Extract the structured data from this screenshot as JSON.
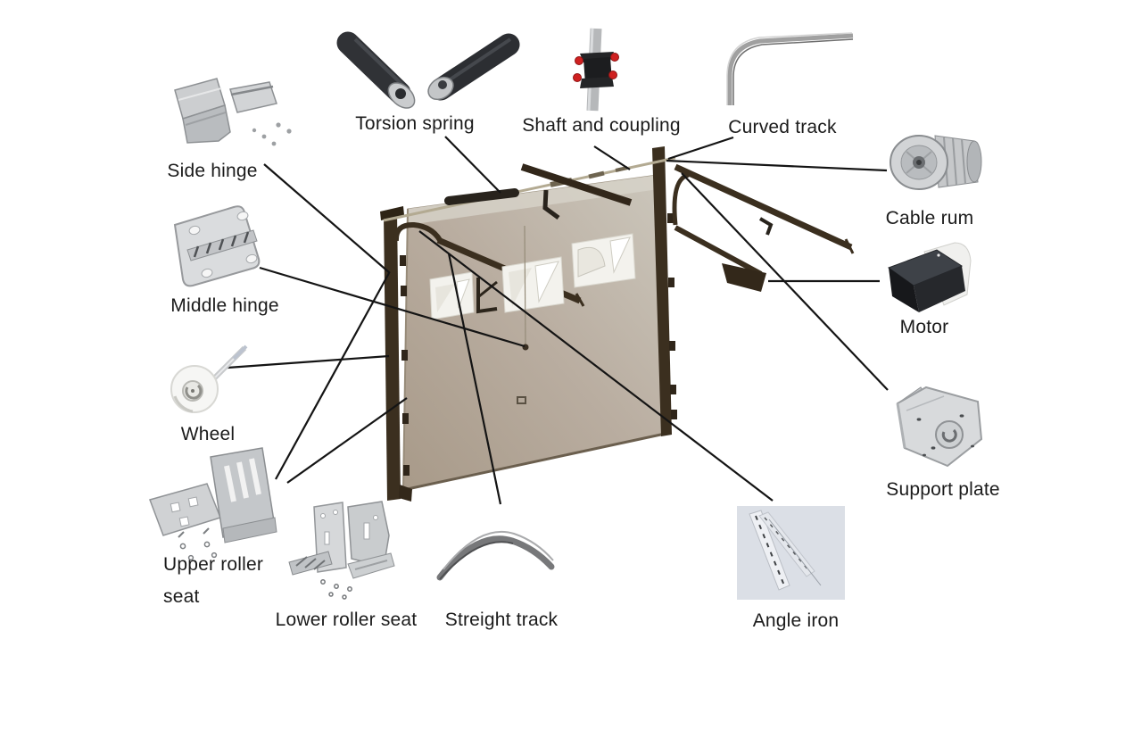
{
  "diagram": {
    "type": "labeled parts diagram",
    "subject": "sectional garage door assembly",
    "colors": {
      "background": "#ffffff",
      "leader_line": "#141414",
      "label_text": "#1b1b1b",
      "door_panel": "#b7ab9b",
      "door_panel_light": "#d7d3c9",
      "track": "#3b2f1f",
      "angle_iron_bg": "#dbdfe6",
      "coupling_knob": "#cf2020"
    }
  },
  "parts": [
    {
      "id": "side-hinge",
      "label": "Side hinge"
    },
    {
      "id": "torsion-spring",
      "label": "Torsion spring"
    },
    {
      "id": "shaft-and-coupling",
      "label": "Shaft and coupling"
    },
    {
      "id": "curved-track",
      "label": "Curved track"
    },
    {
      "id": "cable-rum",
      "label": "Cable rum"
    },
    {
      "id": "motor",
      "label": "Motor"
    },
    {
      "id": "middle-hinge",
      "label": "Middle hinge"
    },
    {
      "id": "wheel",
      "label": "Wheel"
    },
    {
      "id": "support-plate",
      "label": "Support plate"
    },
    {
      "id": "upper-roller-seat",
      "label": "Upper roller seat"
    },
    {
      "id": "lower-roller-seat",
      "label": "Lower roller seat"
    },
    {
      "id": "streight-track",
      "label": "Streight track"
    },
    {
      "id": "angle-iron",
      "label": "Angle iron"
    }
  ]
}
